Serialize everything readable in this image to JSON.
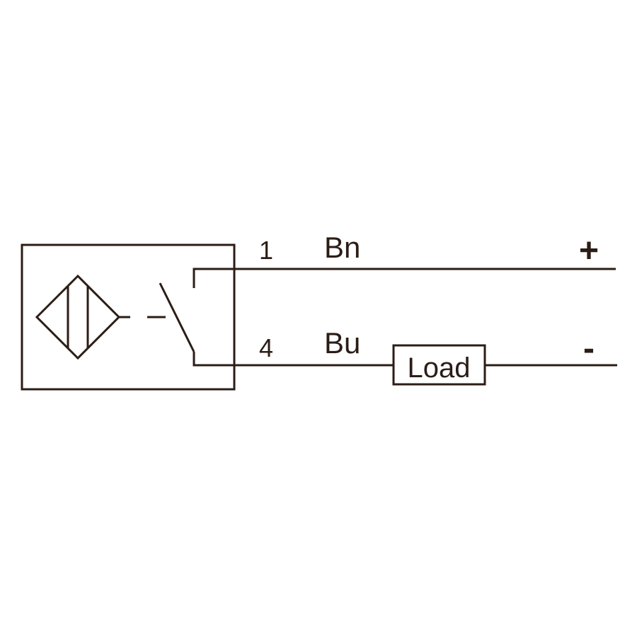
{
  "colors": {
    "ink": "#2b1d16",
    "background": "#ffffff"
  },
  "terminals": {
    "pin1": "1",
    "pin4": "4"
  },
  "wires": {
    "top": "Bn",
    "bottom": "Bu"
  },
  "load": {
    "label": "Load"
  },
  "polarity": {
    "positive": "+",
    "negative": "-"
  },
  "symbols": {
    "sensor": "inductive-sensor-icon",
    "switch": "normally-open-switch-icon"
  }
}
